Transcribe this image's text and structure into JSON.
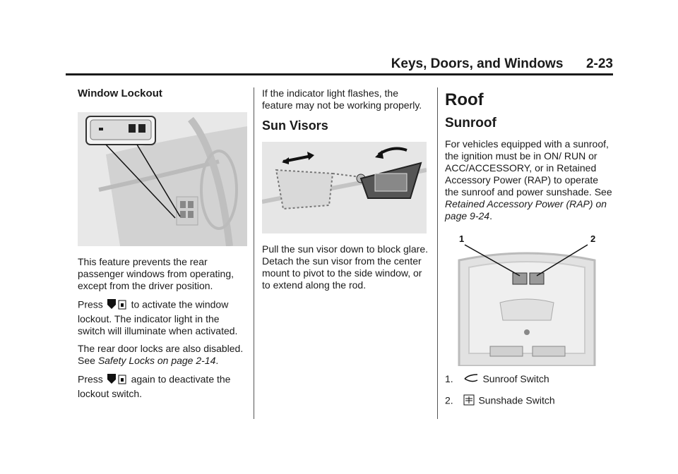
{
  "header": {
    "title": "Keys, Doors, and Windows",
    "page": "2-23"
  },
  "col1": {
    "heading": "Window Lockout",
    "p1": "This feature prevents the rear passenger windows from operating, except from the driver position.",
    "p2_pre": "Press",
    "p2_post": "to activate the window lockout. The indicator light in the switch will illuminate when activated.",
    "p3_pre": "The rear door locks are also disabled. See",
    "p3_link": "Safety Locks on page 2-14",
    "p3_post": ".",
    "p4_pre": "Press",
    "p4_post": "again to deactivate the lockout switch."
  },
  "col2": {
    "p0": "If the indicator light flashes, the feature may not be working properly.",
    "heading": "Sun Visors",
    "p1": "Pull the sun visor down to block glare. Detach the sun visor from the center mount to pivot to the side window, or to extend along the rod."
  },
  "col3": {
    "heading": "Roof",
    "subheading": "Sunroof",
    "p1_pre": "For vehicles equipped with a sunroof, the ignition must be in ON/ RUN or ACC/ACCESSORY, or in Retained Accessory Power (RAP) to operate the sunroof and power sunshade. See",
    "p1_link": "Retained Accessory Power (RAP) on page 9-24",
    "p1_post": ".",
    "callout1": "1",
    "callout2": "2",
    "item1_num": "1.",
    "item1_label": "Sunroof Switch",
    "item2_num": "2.",
    "item2_label": "Sunshade Switch"
  },
  "icons": [
    "window-lockout-icon",
    "sunroof-icon",
    "sunshade-icon"
  ]
}
